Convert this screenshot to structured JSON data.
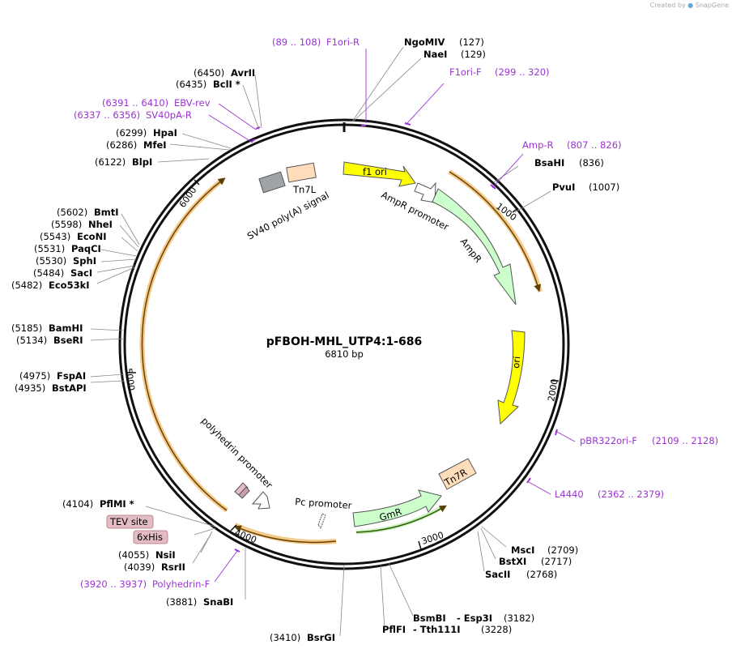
{
  "credit": {
    "created_by": "Created by",
    "app": "SnapGene"
  },
  "plasmid": {
    "name": "pFBOH-MHL_UTP4:1-686",
    "length": "6810 bp"
  },
  "ticks": [
    "1000",
    "2000",
    "3000",
    "4000",
    "5000",
    "6000"
  ],
  "enzymes": [
    {
      "name": "NgoMIV",
      "pos": "(127)"
    },
    {
      "name": "NaeI",
      "pos": "(129)"
    },
    {
      "name": "BsaHI",
      "pos": "(836)"
    },
    {
      "name": "PvuI",
      "pos": "(1007)"
    },
    {
      "name": "MscI",
      "pos": "(2709)"
    },
    {
      "name": "BstXI",
      "pos": "(2717)"
    },
    {
      "name": "SacII",
      "pos": "(2768)"
    },
    {
      "name": "BsmBI",
      "pos": "(3182)",
      "extra": "- Esp3I"
    },
    {
      "name": "PflFI",
      "pos": "(3228)",
      "extra": "- Tth111I"
    },
    {
      "name": "BsrGI",
      "pos": "(3410)"
    },
    {
      "name": "SnaBI",
      "pos": "(3881)"
    },
    {
      "name": "RsrII",
      "pos": "(4039)"
    },
    {
      "name": "NsiI",
      "pos": "(4055)"
    },
    {
      "name": "PflMI *",
      "pos": "(4104)"
    },
    {
      "name": "BstAPI",
      "pos": "(4935)"
    },
    {
      "name": "FspAI",
      "pos": "(4975)"
    },
    {
      "name": "BseRI",
      "pos": "(5134)"
    },
    {
      "name": "BamHI",
      "pos": "(5185)"
    },
    {
      "name": "Eco53kI",
      "pos": "(5482)"
    },
    {
      "name": "SacI",
      "pos": "(5484)"
    },
    {
      "name": "SphI",
      "pos": "(5530)"
    },
    {
      "name": "PaqCI",
      "pos": "(5531)"
    },
    {
      "name": "EcoNI",
      "pos": "(5543)"
    },
    {
      "name": "NheI",
      "pos": "(5598)"
    },
    {
      "name": "BmtI",
      "pos": "(5602)"
    },
    {
      "name": "BlpI",
      "pos": "(6122)"
    },
    {
      "name": "MfeI",
      "pos": "(6286)"
    },
    {
      "name": "HpaI",
      "pos": "(6299)"
    },
    {
      "name": "BclI *",
      "pos": "(6435)"
    },
    {
      "name": "AvrII",
      "pos": "(6450)"
    }
  ],
  "primers": [
    {
      "name": "F1ori-R",
      "range": "(89 .. 108)"
    },
    {
      "name": "F1ori-F",
      "range": "(299 .. 320)"
    },
    {
      "name": "Amp-R",
      "range": "(807 .. 826)"
    },
    {
      "name": "pBR322ori-F",
      "range": "(2109 .. 2128)"
    },
    {
      "name": "L4440",
      "range": "(2362 .. 2379)"
    },
    {
      "name": "Polyhedrin-F",
      "range": "(3920 .. 3937)"
    },
    {
      "name": "EBV-rev",
      "range": "(6391 .. 6410)"
    },
    {
      "name": "SV40pA-R",
      "range": "(6337 .. 6356)"
    }
  ],
  "features": [
    {
      "name": "f1 ori",
      "color": "#ffff00"
    },
    {
      "name": "AmpR promoter",
      "color": "#ffffff"
    },
    {
      "name": "AmpR",
      "color": "#ccffcc"
    },
    {
      "name": "ori",
      "color": "#ffff00"
    },
    {
      "name": "Tn7R",
      "color": "#ffddbb"
    },
    {
      "name": "GmR",
      "color": "#ccffcc"
    },
    {
      "name": "Pc promoter",
      "color": "#ffffff"
    },
    {
      "name": "polyhedrin promoter",
      "color": "#ffffff"
    },
    {
      "name": "TEV site",
      "color": "#e3bcc6"
    },
    {
      "name": "6xHis",
      "color": "#e3bcc6"
    },
    {
      "name": "SV40 poly(A) signal",
      "color": "#a0a4a8"
    },
    {
      "name": "Tn7L",
      "color": "#ffddbb"
    }
  ]
}
